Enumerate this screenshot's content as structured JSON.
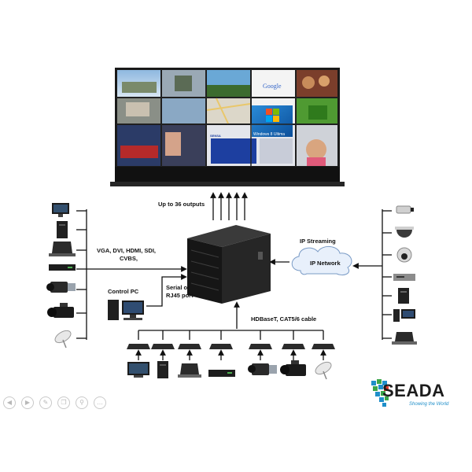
{
  "labels": {
    "outputs": "Up to 36 outputs",
    "inputs_line1": "VGA, DVI, HDMI, SDI,",
    "inputs_line2": "CVBS,",
    "ip_streaming": "IP Streaming",
    "ip_network": "IP Network",
    "control_pc": "Control PC",
    "serial_line1": "Serial or",
    "serial_line2": "RJ45 port",
    "hdbaset": "HDBaseT, CAT5/6 cable"
  },
  "screen_content": {
    "google": "Google",
    "windows": "Windows 8 Ultima",
    "news_banner": "SENSA"
  },
  "brand": {
    "name": "SEADA",
    "tagline": "Showing the World"
  },
  "controls": [
    "prev-icon",
    "play-icon",
    "edit-icon",
    "copy-icon",
    "zoom-icon",
    "more-icon"
  ],
  "colors": {
    "wall_frame": "#1a1a1a",
    "matrix_body": "#1e1e1e",
    "cloud_fill": "#e8f0fb",
    "brand_blue": "#1f8fc9",
    "brand_green": "#3aa64a"
  }
}
